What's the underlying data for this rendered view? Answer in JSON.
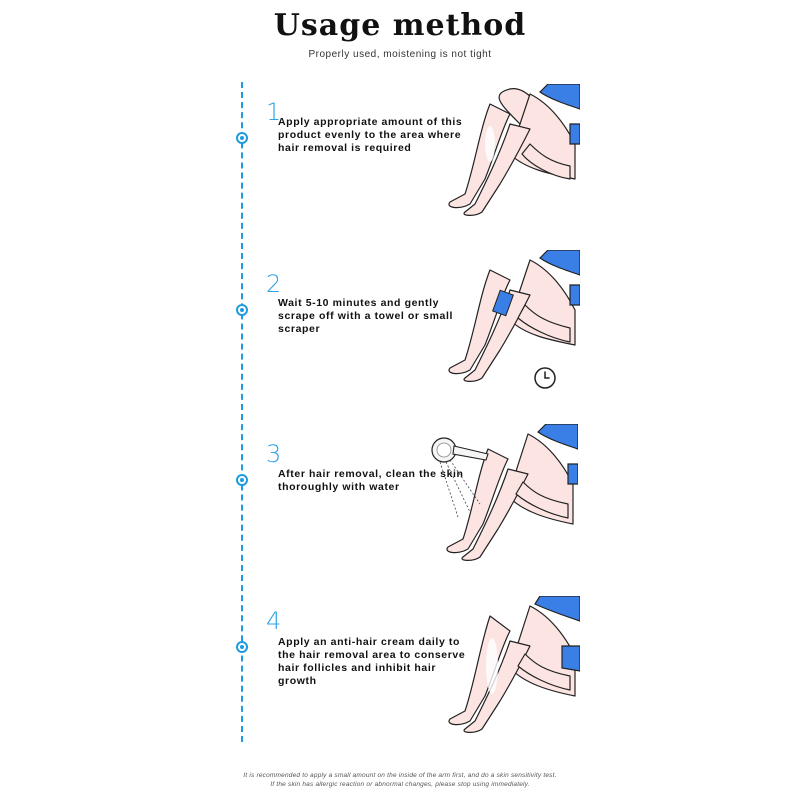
{
  "header": {
    "title": "Usage method",
    "subtitle": "Properly used, moistening is not tight"
  },
  "steps": [
    {
      "number": "1",
      "text": "Apply appropriate amount of this product evenly to the area where hair removal is required"
    },
    {
      "number": "2",
      "text": "Wait 5-10 minutes and gently scrape off with a towel or small scraper"
    },
    {
      "number": "3",
      "text": "After hair removal, clean the skin thoroughly with water"
    },
    {
      "number": "4",
      "text": "Apply an anti-hair cream daily to the hair removal area to conserve hair follicles and inhibit hair growth"
    }
  ],
  "footnote": {
    "line1": "It is recommended to apply a small amount on the inside of the arm first, and do a skin sensitivity test.",
    "line2": "If the skin has allergic reaction or abnormal changes, please stop using immediately."
  },
  "colors": {
    "accent": "#1e9be0",
    "skin": "#fbe4e1",
    "garment": "#3a7fe6"
  },
  "icons": [
    "timeline-dot-icon",
    "clock-icon",
    "shower-head-icon"
  ]
}
